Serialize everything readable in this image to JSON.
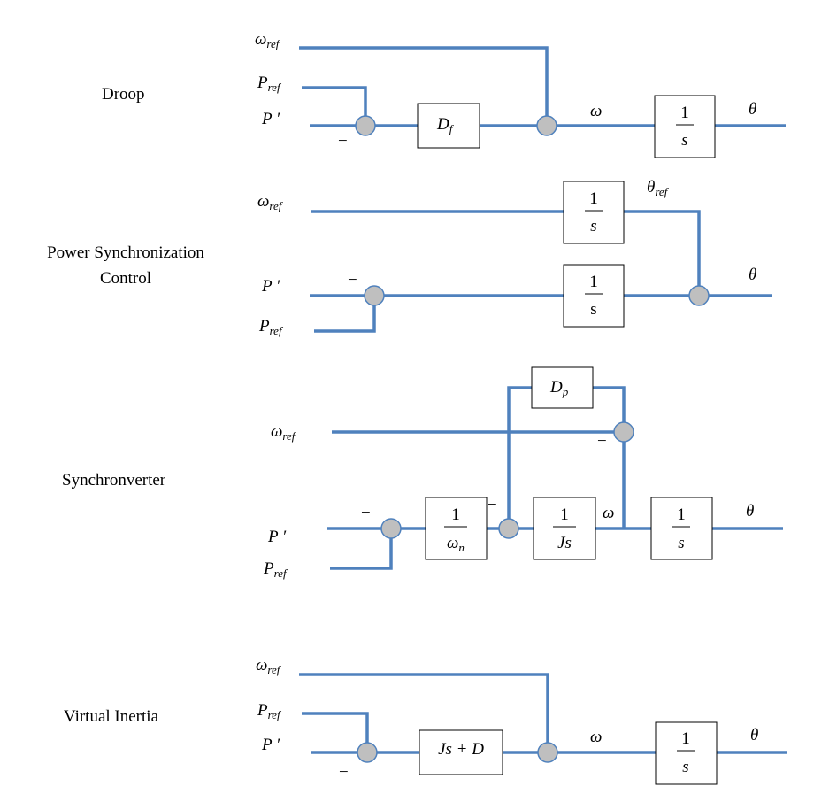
{
  "sections": {
    "droop": {
      "title": "Droop"
    },
    "psc": {
      "title_line1": "Power Synchronization",
      "title_line2": "Control"
    },
    "synch": {
      "title": "Synchronverter"
    },
    "vi": {
      "title": "Virtual Inertia"
    }
  },
  "symbols": {
    "omega": "ω",
    "omega_ref_main": "ω",
    "ref_sub": "ref",
    "P_ref_main": "P",
    "P_prime": "P ′",
    "theta": "θ",
    "theta_ref_main": "θ",
    "minus": "−"
  },
  "blocks": {
    "Df_main": "D",
    "Df_sub": "f",
    "Dp_main": "D",
    "Dp_sub": "p",
    "int_num": "1",
    "int_den": "s",
    "inv_wn_num": "1",
    "inv_wn_den_main": "ω",
    "inv_wn_den_sub": "n",
    "inv_Js_num": "1",
    "inv_Js_den": "Js",
    "Js_plus_D": "Js + D"
  }
}
